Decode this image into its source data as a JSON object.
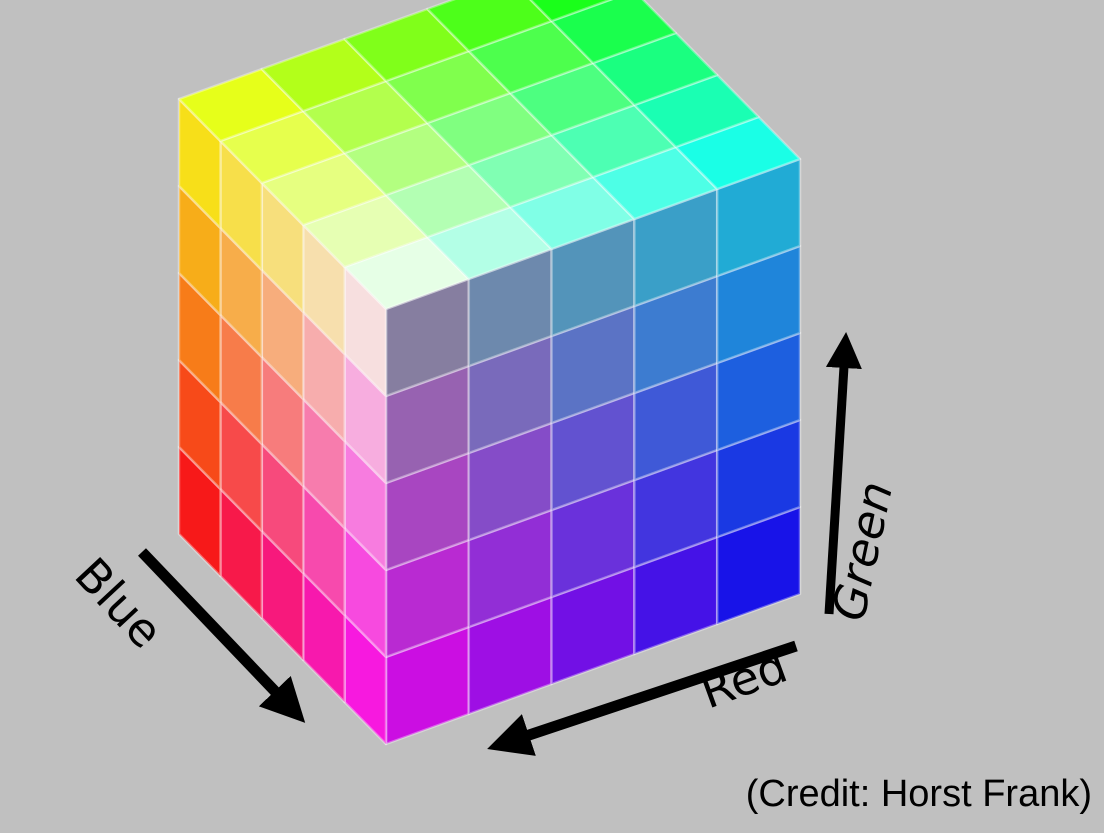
{
  "background": "#c0c0c0",
  "cube": {
    "grid_divisions": 5,
    "corner_colors": {
      "white": "#ffffff",
      "red": "#ff0000",
      "green": "#00ff00",
      "blue": "#0000ff",
      "yellow": "#ffff00",
      "cyan": "#00ffff",
      "magenta": "#ff00ff",
      "cut_corner": "#808080"
    }
  },
  "axes": {
    "blue": "Blue",
    "red": "Red",
    "green": "Green"
  },
  "credit": "(Credit: Horst Frank)"
}
